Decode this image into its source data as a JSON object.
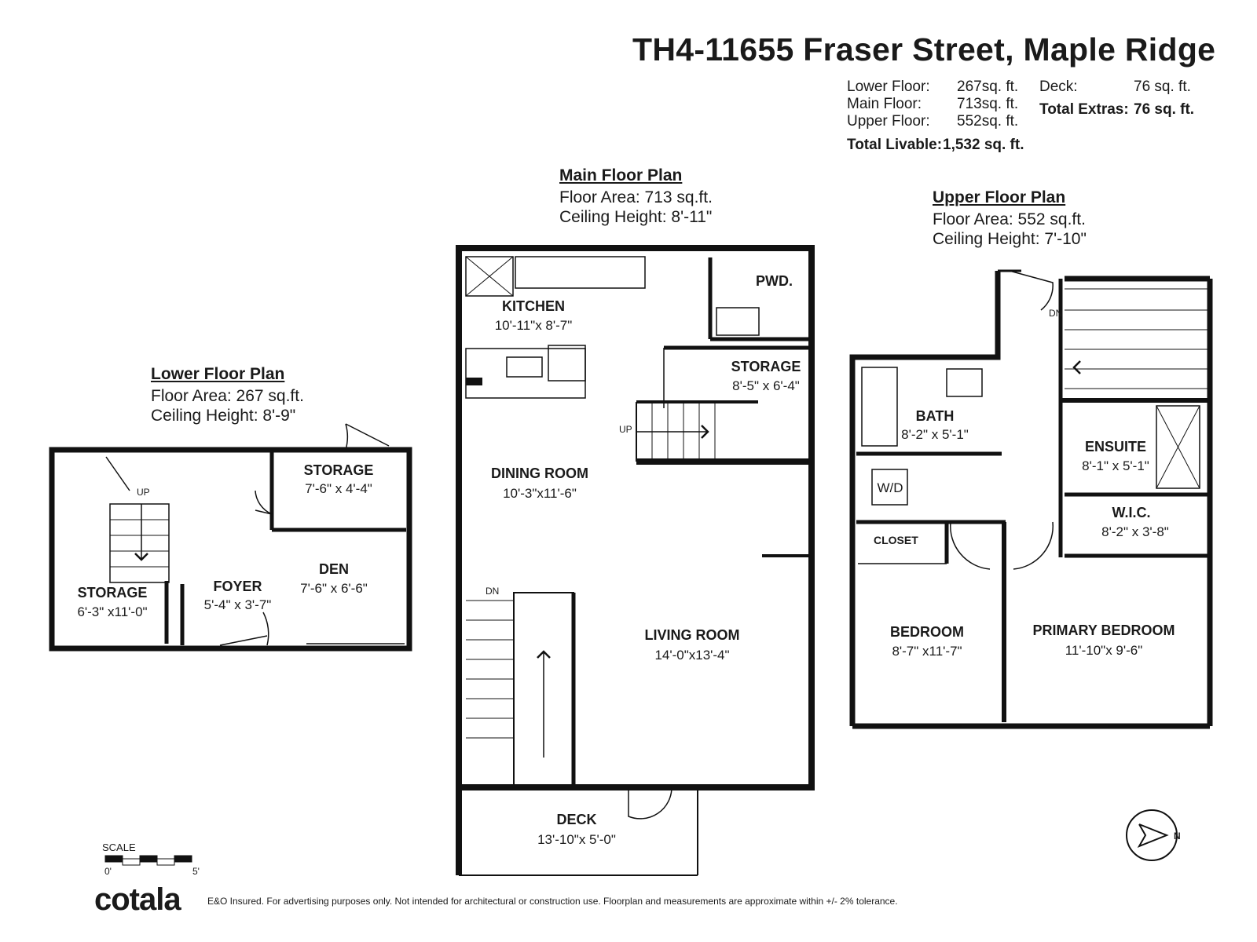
{
  "title": "TH4-11655 Fraser Street, Maple Ridge",
  "summary": {
    "lower_label": "Lower Floor:",
    "lower_value": "267sq. ft.",
    "main_label": "Main Floor:",
    "main_value": "713sq. ft.",
    "upper_label": "Upper Floor:",
    "upper_value": "552sq. ft.",
    "total_label": "Total Livable:",
    "total_value": "1,532 sq. ft.",
    "deck_label": "Deck:",
    "deck_value": "76 sq. ft.",
    "extras_label": "Total Extras:",
    "extras_value": "76 sq. ft."
  },
  "plans": {
    "lower": {
      "heading": "Lower Floor Plan",
      "area": "Floor Area: 267 sq.ft.",
      "ceiling": "Ceiling Height: 8'-9\"",
      "rooms": {
        "storage_a": {
          "name": "STORAGE",
          "dims": "7'-6\" x 4'-4\""
        },
        "den": {
          "name": "DEN",
          "dims": "7'-6\" x 6'-6\""
        },
        "foyer": {
          "name": "FOYER",
          "dims": "5'-4\" x 3'-7\""
        },
        "storage_b": {
          "name": "STORAGE",
          "dims": "6'-3\" x11'-0\""
        }
      },
      "up": "UP"
    },
    "main": {
      "heading": "Main Floor Plan",
      "area": "Floor Area: 713 sq.ft.",
      "ceiling": "Ceiling Height: 8'-11\"",
      "rooms": {
        "kitchen": {
          "name": "KITCHEN",
          "dims": "10'-11\"x 8'-7\""
        },
        "pwd": {
          "name": "PWD.",
          "dims": ""
        },
        "storage": {
          "name": "STORAGE",
          "dims": "8'-5\" x 6'-4\""
        },
        "dining": {
          "name": "DINING ROOM",
          "dims": "10'-3\"x11'-6\""
        },
        "living": {
          "name": "LIVING ROOM",
          "dims": "14'-0\"x13'-4\""
        },
        "deck": {
          "name": "DECK",
          "dims": "13'-10\"x 5'-0\""
        }
      },
      "up": "UP",
      "dn": "DN"
    },
    "upper": {
      "heading": "Upper Floor Plan",
      "area": "Floor Area: 552 sq.ft.",
      "ceiling": "Ceiling Height: 7'-10\"",
      "rooms": {
        "bath": {
          "name": "BATH",
          "dims": "8'-2\" x 5'-1\""
        },
        "ensuite": {
          "name": "ENSUITE",
          "dims": "8'-1\" x 5'-1\""
        },
        "wd": {
          "name": "W/D",
          "dims": ""
        },
        "closet": {
          "name": "CLOSET",
          "dims": ""
        },
        "wic": {
          "name": "W.I.C.",
          "dims": "8'-2\" x 3'-8\""
        },
        "bedroom": {
          "name": "BEDROOM",
          "dims": "8'-7\" x11'-7\""
        },
        "primary": {
          "name": "PRIMARY BEDROOM",
          "dims": "11'-10\"x 9'-6\""
        }
      },
      "dn": "DN"
    }
  },
  "scale": {
    "label": "SCALE",
    "start": "0'",
    "end": "5'"
  },
  "brand": "cotala",
  "disclaimer": "E&O Insured. For advertising purposes only. Not intended for architectural or construction use. Floorplan and measurements are approximate within +/- 2% tolerance.",
  "compass": "N"
}
